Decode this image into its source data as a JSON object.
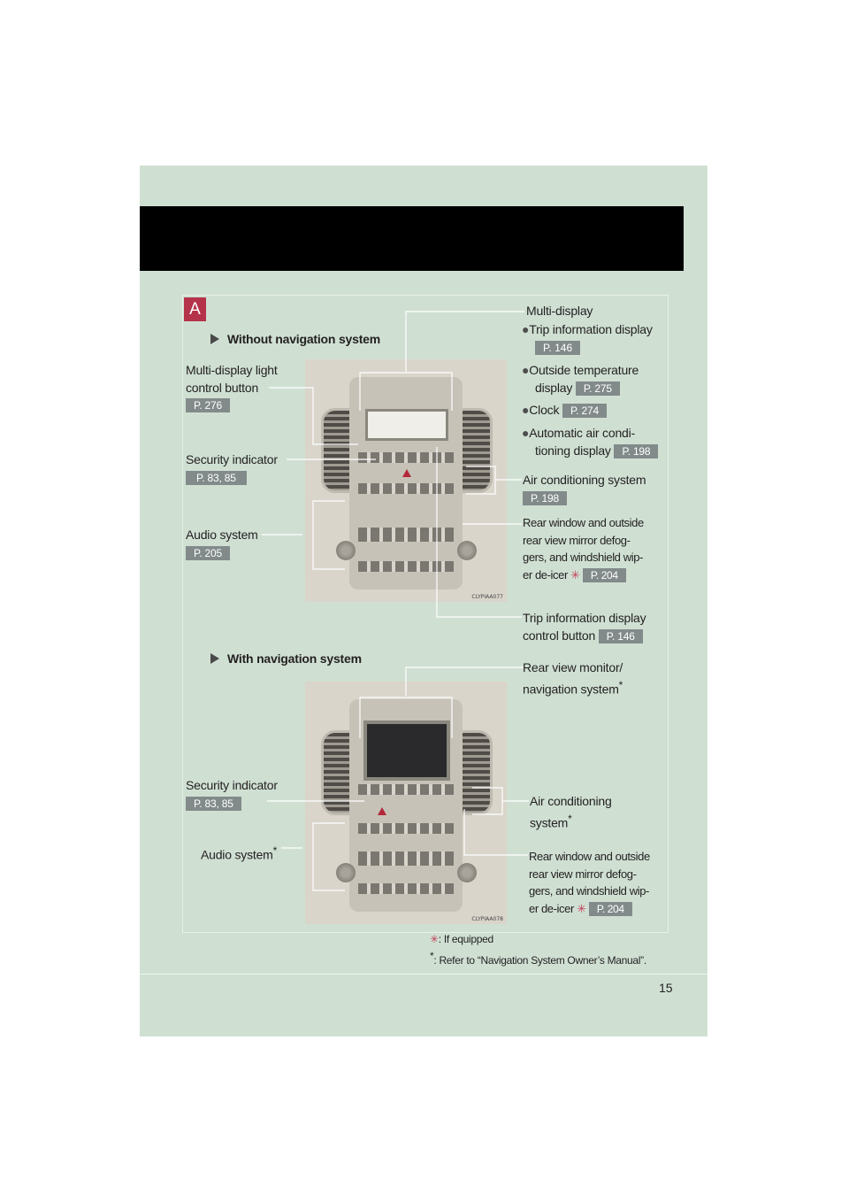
{
  "section_tab": "A",
  "heading_without_nav": "Without navigation system",
  "heading_with_nav": "With navigation system",
  "labels": {
    "multi_display": "Multi-display",
    "trip_info_display": "Trip information display",
    "trip_info_display_ref": "P. 146",
    "outside_temp_line1": "Outside temperature",
    "outside_temp_line2": "display",
    "outside_temp_ref": "P. 275",
    "clock": "Clock",
    "clock_ref": "P. 274",
    "auto_ac_line1": "Automatic air condi-",
    "auto_ac_line2": "tioning display",
    "auto_ac_ref": "P. 198",
    "ac_system": "Air conditioning system",
    "ac_system_ref": "P. 198",
    "rear_window_1_line1": "Rear window and outside",
    "rear_window_1_line2": "rear view mirror defog-",
    "rear_window_1_line3": "gers, and windshield wip-",
    "rear_window_1_line4": "er de-icer",
    "rear_window_1_ref": "P. 204",
    "trip_button_line1": "Trip information display",
    "trip_button_line2": "control button",
    "trip_button_ref": "P. 146",
    "md_light_line1": "Multi-display light",
    "md_light_line2": "control button",
    "md_light_ref": "P. 276",
    "security_1": "Security indicator",
    "security_1_ref": "P. 83, 85",
    "audio_1": "Audio system",
    "audio_1_ref": "P. 205",
    "rear_view_line1": "Rear view monitor/",
    "rear_view_line2": "navigation system",
    "security_2": "Security indicator",
    "security_2_ref": "P. 83, 85",
    "audio_2": "Audio system",
    "ac_2_line1": "Air conditioning",
    "ac_2_line2": "system",
    "rear_window_2_line1": "Rear window and outside",
    "rear_window_2_line2": "rear view mirror defog-",
    "rear_window_2_line3": "gers, and windshield wip-",
    "rear_window_2_line4": "er de-icer",
    "rear_window_2_ref": "P. 204"
  },
  "photo_codes": {
    "photo1": "CLYPIAA077",
    "photo2": "CLYPIAA078"
  },
  "footnotes": {
    "equipped": ": If equipped",
    "refer": ": Refer to “Navigation System Owner’s Manual”."
  },
  "page_number": "15",
  "symbols": {
    "equipped_star": "✳",
    "manual_star": "*",
    "bullet": "●"
  },
  "colors": {
    "sheet": "#cfe0d3",
    "topbar": "#000000",
    "tab": "#b5334a",
    "ref_box": "#828a8a",
    "star": "#c3405a"
  }
}
